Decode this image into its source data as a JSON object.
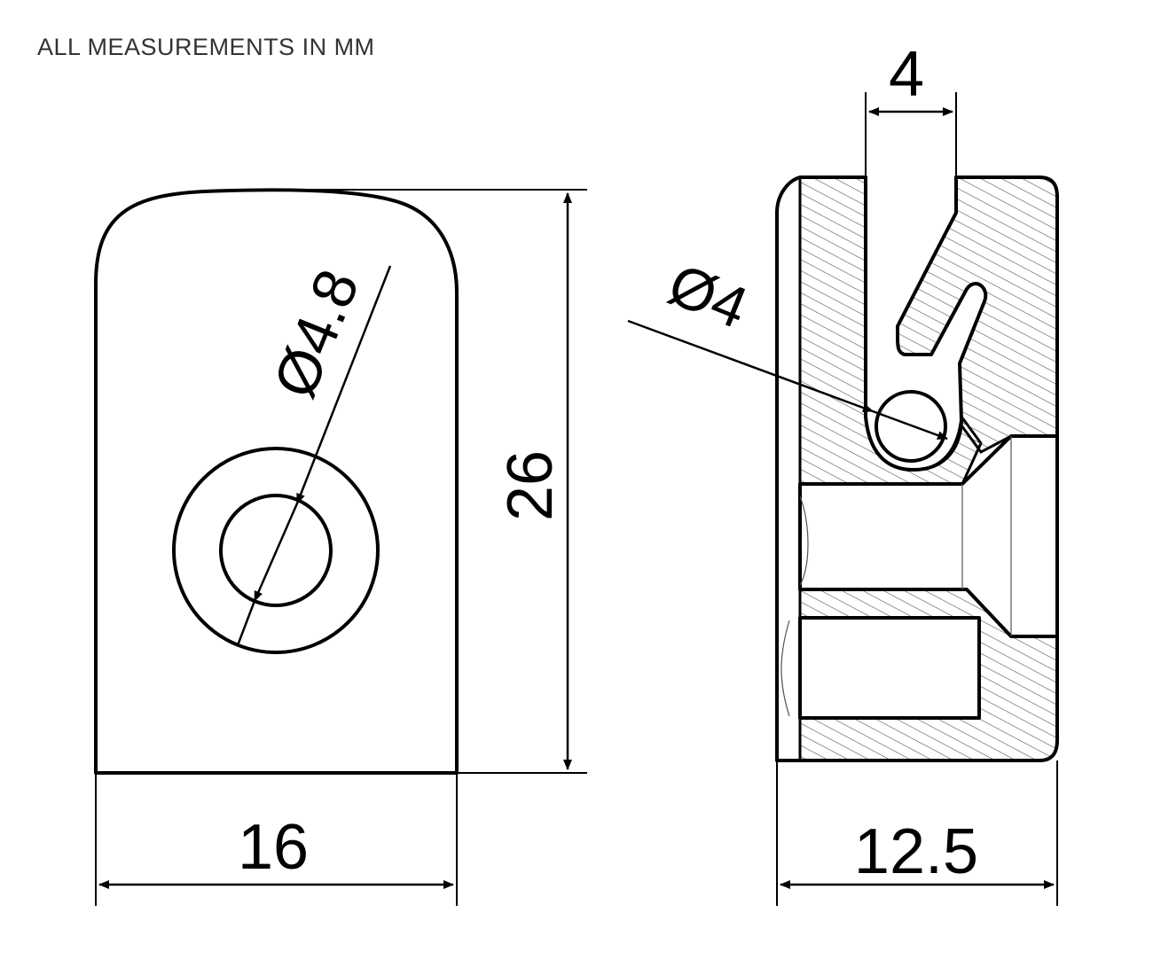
{
  "note": "ALL MEASUREMENTS IN MM",
  "dimensions": {
    "width_front": "16",
    "height": "26",
    "hole_diameter": "Ø4.8",
    "width_side": "12.5",
    "slot_width": "4",
    "pin_diameter": "Ø4"
  }
}
